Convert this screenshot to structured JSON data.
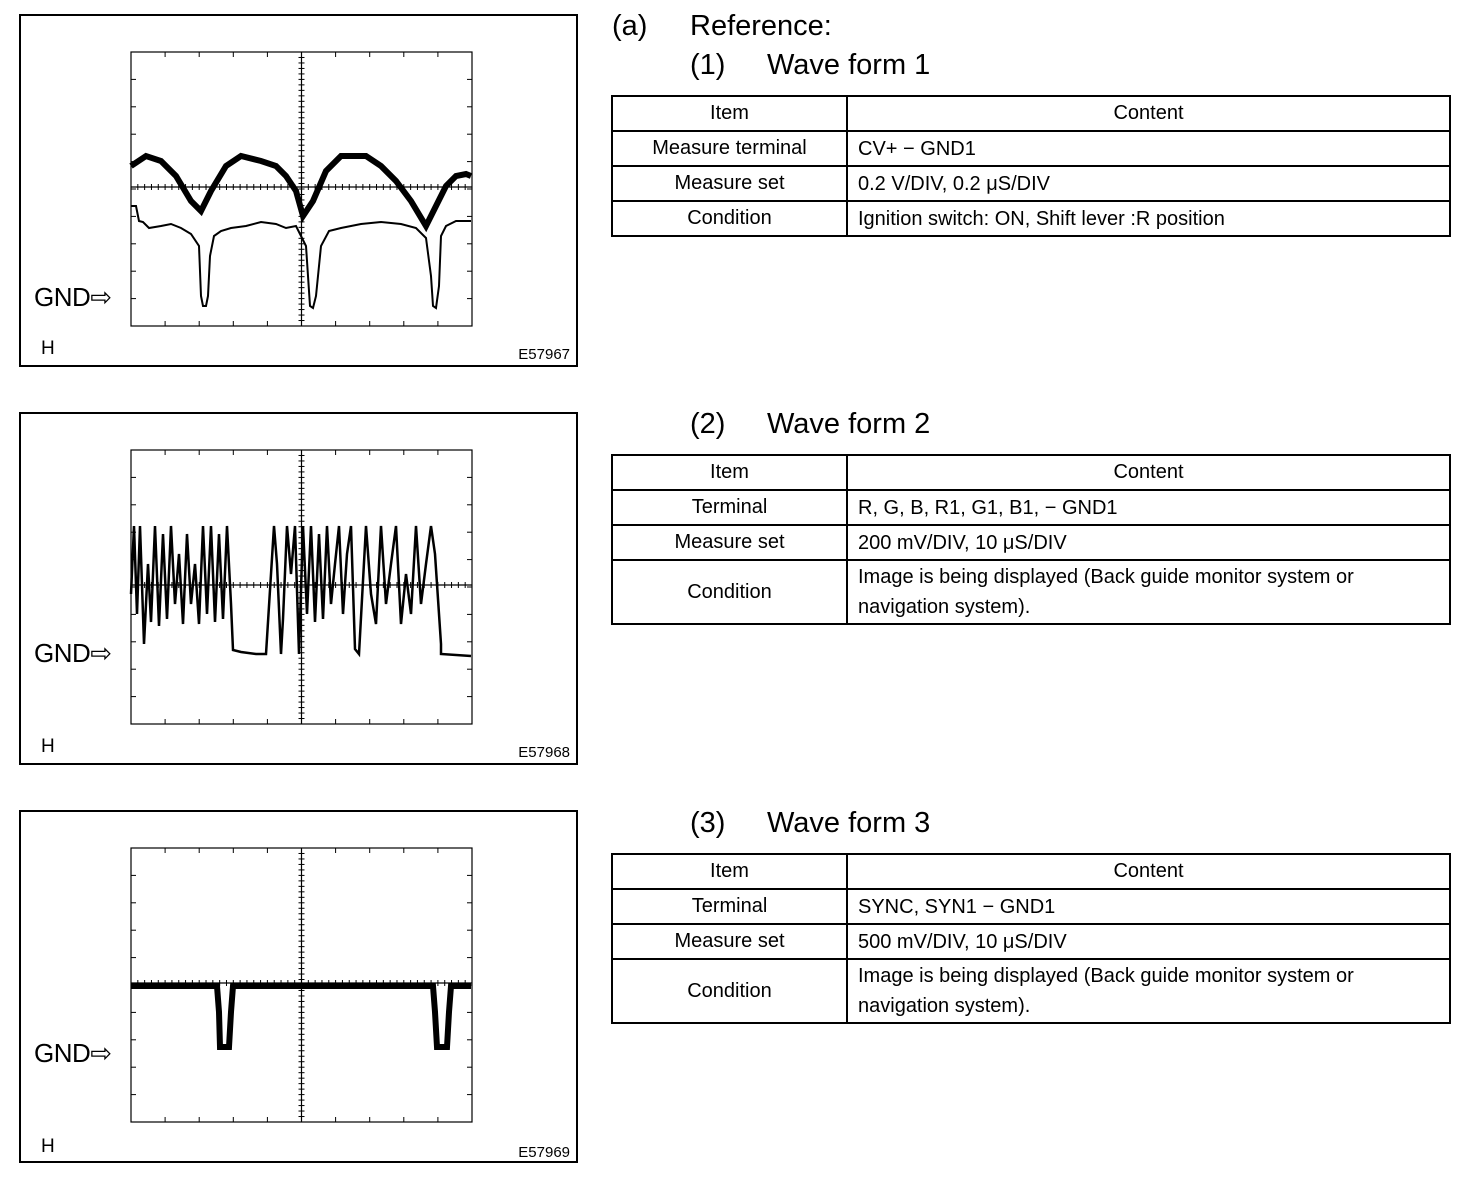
{
  "section": {
    "label": "(a)",
    "title": "Reference:"
  },
  "waveforms": [
    {
      "num": "(1)",
      "title": "Wave form 1",
      "figure": {
        "gnd_label": "GND",
        "h_label": "H",
        "code": "E57967"
      },
      "table": {
        "headers": [
          "Item",
          "Content"
        ],
        "rows": [
          [
            "Measure terminal",
            "CV+ − GND1"
          ],
          [
            "Measure set",
            "0.2 V/DIV, 0.2 μS/DIV"
          ],
          [
            "Condition",
            "Ignition switch: ON, Shift lever :R position"
          ]
        ]
      }
    },
    {
      "num": "(2)",
      "title": "Wave form 2",
      "figure": {
        "gnd_label": "GND",
        "h_label": "H",
        "code": "E57968"
      },
      "table": {
        "headers": [
          "Item",
          "Content"
        ],
        "rows": [
          [
            "Terminal",
            "R, G, B, R1, G1, B1, − GND1"
          ],
          [
            "Measure set",
            "200 mV/DIV, 10 μS/DIV"
          ],
          [
            "Condition",
            "Image is being displayed (Back guide monitor system or navigation system)."
          ]
        ]
      }
    },
    {
      "num": "(3)",
      "title": "Wave form 3",
      "figure": {
        "gnd_label": "GND",
        "h_label": "H",
        "code": "E57969"
      },
      "table": {
        "headers": [
          "Item",
          "Content"
        ],
        "rows": [
          [
            "Terminal",
            "SYNC, SYN1 − GND1"
          ],
          [
            "Measure set",
            "500 mV/DIV, 10 μS/DIV"
          ],
          [
            "Condition",
            "Image is being displayed (Back guide monitor system or navigation system)."
          ]
        ]
      }
    }
  ]
}
